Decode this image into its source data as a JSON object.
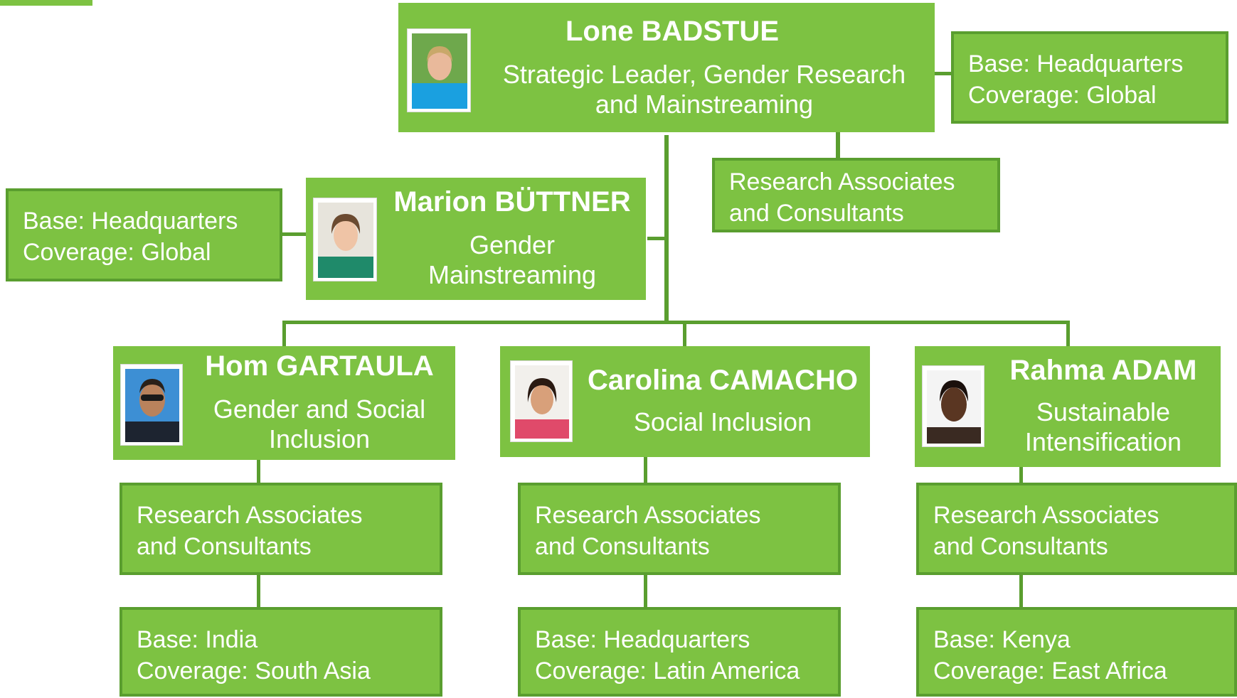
{
  "colors": {
    "box_fill": "#7dc242",
    "box_border": "#5a9e2f",
    "connector": "#5a9e2f",
    "text": "#ffffff"
  },
  "leader": {
    "name": "Lone BADSTUE",
    "role_line1": "Strategic Leader, Gender Research",
    "role_line2": "and Mainstreaming",
    "base": "Base: Headquarters",
    "coverage": "Coverage: Global",
    "team": {
      "line1": "Research Associates",
      "line2": "and Consultants"
    }
  },
  "deputy": {
    "name": "Marion BÜTTNER",
    "role_line1": "Gender",
    "role_line2": "Mainstreaming",
    "base": "Base: Headquarters",
    "coverage": "Coverage: Global"
  },
  "members": [
    {
      "name": "Hom GARTAULA",
      "role_line1": "Gender and Social",
      "role_line2": "Inclusion",
      "team_line1": "Research Associates",
      "team_line2": "and Consultants",
      "base": "Base: India",
      "coverage": "Coverage: South Asia"
    },
    {
      "name": "Carolina CAMACHO",
      "role_line1": "Social Inclusion",
      "team_line1": "Research Associates",
      "team_line2": "and Consultants",
      "base": "Base: Headquarters",
      "coverage": "Coverage: Latin America"
    },
    {
      "name": "Rahma ADAM",
      "role_line1": "Sustainable",
      "role_line2": "Intensification",
      "team_line1": "Research Associates",
      "team_line2": "and Consultants",
      "base": "Base: Kenya",
      "coverage": "Coverage: East Africa"
    }
  ]
}
